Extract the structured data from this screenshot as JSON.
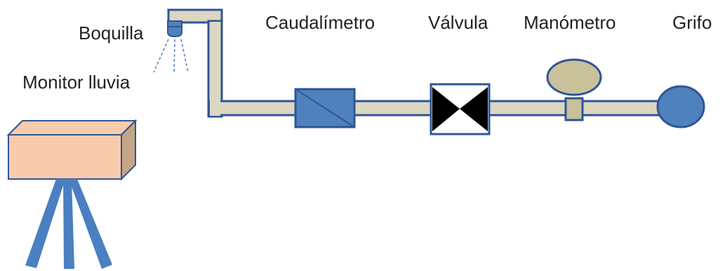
{
  "labels": {
    "nozzle": "Boquilla",
    "rain_monitor": "Monitor lluvia",
    "flowmeter": "Caudalímetro",
    "valve": "Válvula",
    "manometer": "Manómetro",
    "tap": "Grifo"
  },
  "colors": {
    "pipe_fill": "#dcd7c0",
    "outline": "#2f5597",
    "component_blue": "#4f81bd",
    "gauge_fill": "#c9c19a",
    "monitor_front": "#f8cbad",
    "monitor_side": "#c4a586",
    "tripod": "#4a7fc1",
    "valve_black": "#000000",
    "spray_dash": "#4f81bd"
  }
}
